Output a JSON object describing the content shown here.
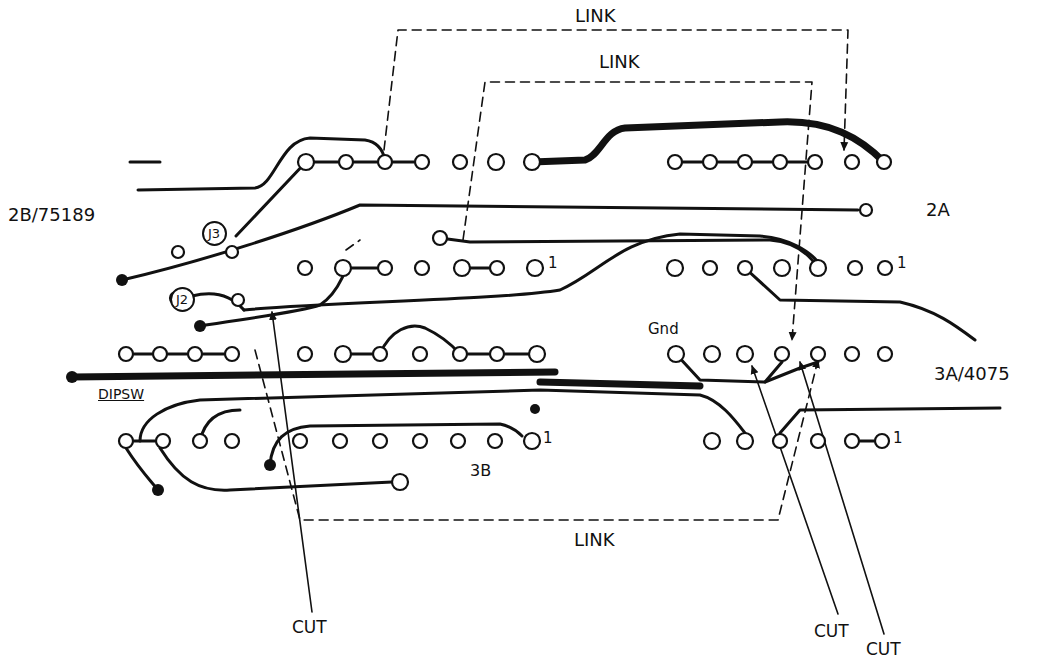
{
  "diagram": {
    "nodes": [
      {
        "text": [
          "J3"
        ]
      },
      {
        "text": [
          "J2"
        ]
      }
    ],
    "labels": [
      "LINK",
      "LINK",
      "2B/75189",
      "2A",
      "1",
      "1",
      "Gnd",
      "3A/4075",
      "DIPSW",
      "1",
      "1",
      "3B",
      "LINK",
      "CUT",
      "CUT",
      "CUT"
    ]
  }
}
